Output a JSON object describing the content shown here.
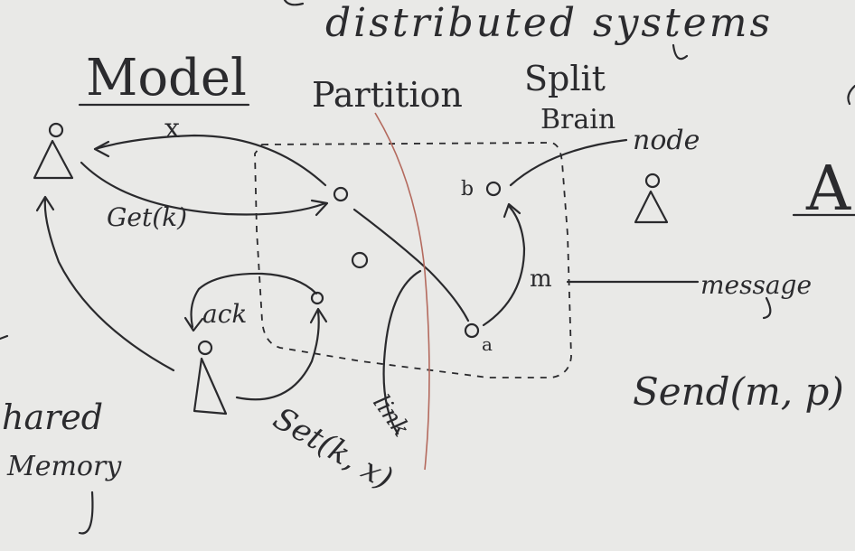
{
  "board": {
    "title": "distributed systems",
    "model": "Model",
    "partition": "Partition",
    "split": "Split",
    "brain": "Brain",
    "node": "node",
    "message": "message",
    "m": "m",
    "send": "Send(m, p)",
    "get": "Get(k)",
    "x": "x",
    "ack": "ack",
    "set": "Set(k, x)",
    "link": "link",
    "shared": "hared",
    "memory": "Memory",
    "a": "a",
    "b": "b",
    "right_letter": "A"
  },
  "colors": {
    "board": "#e9e9e7",
    "marker": "#2a2a2d",
    "red_curve": "#b46a5e"
  }
}
